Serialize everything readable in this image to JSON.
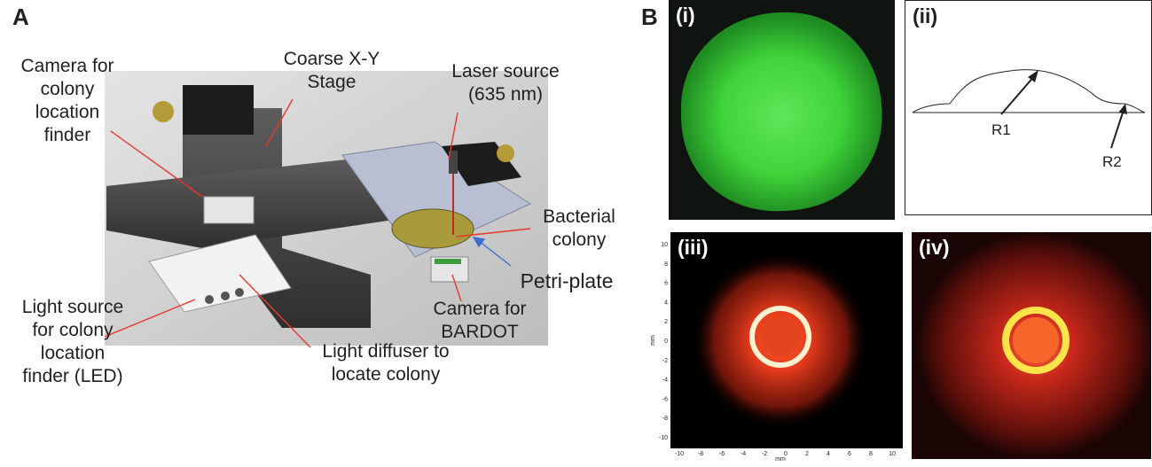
{
  "panel_a": {
    "letter": "A",
    "labels": {
      "camera_finder": [
        "Camera for",
        "colony",
        "location",
        "finder"
      ],
      "stage": [
        "Coarse X-Y",
        "Stage"
      ],
      "laser": [
        "Laser source",
        "(635 nm)"
      ],
      "colony": [
        "Bacterial",
        "colony"
      ],
      "petri": "Petri-plate",
      "camera_bardot": [
        "Camera for",
        "BARDOT"
      ],
      "led": [
        "Light source",
        "for colony",
        "location",
        "finder (LED)"
      ],
      "diffuser": [
        "Light diffuser to",
        "locate colony"
      ]
    }
  },
  "panel_b": {
    "letter": "B",
    "tiles": {
      "i": "(i)",
      "ii": "(ii)",
      "iii": "(iii)",
      "iv": "(iv)"
    },
    "profile": {
      "r1": "R1",
      "r2": "R2"
    },
    "plot": {
      "ylabel": "mm",
      "xlabel": "mm",
      "yticks": [
        "10",
        "8",
        "6",
        "4",
        "2",
        "0",
        "-2",
        "-4",
        "-6",
        "-8",
        "-10"
      ],
      "xticks": [
        "-10",
        "-8",
        "-6",
        "-4",
        "-2",
        "0",
        "2",
        "4",
        "6",
        "8",
        "10"
      ]
    }
  },
  "colors": {
    "arrow_red": "#e8372c",
    "arrow_blue": "#3b6fd0",
    "colony_green": "#3fd33a",
    "scatter_red": "#e23a1c"
  }
}
